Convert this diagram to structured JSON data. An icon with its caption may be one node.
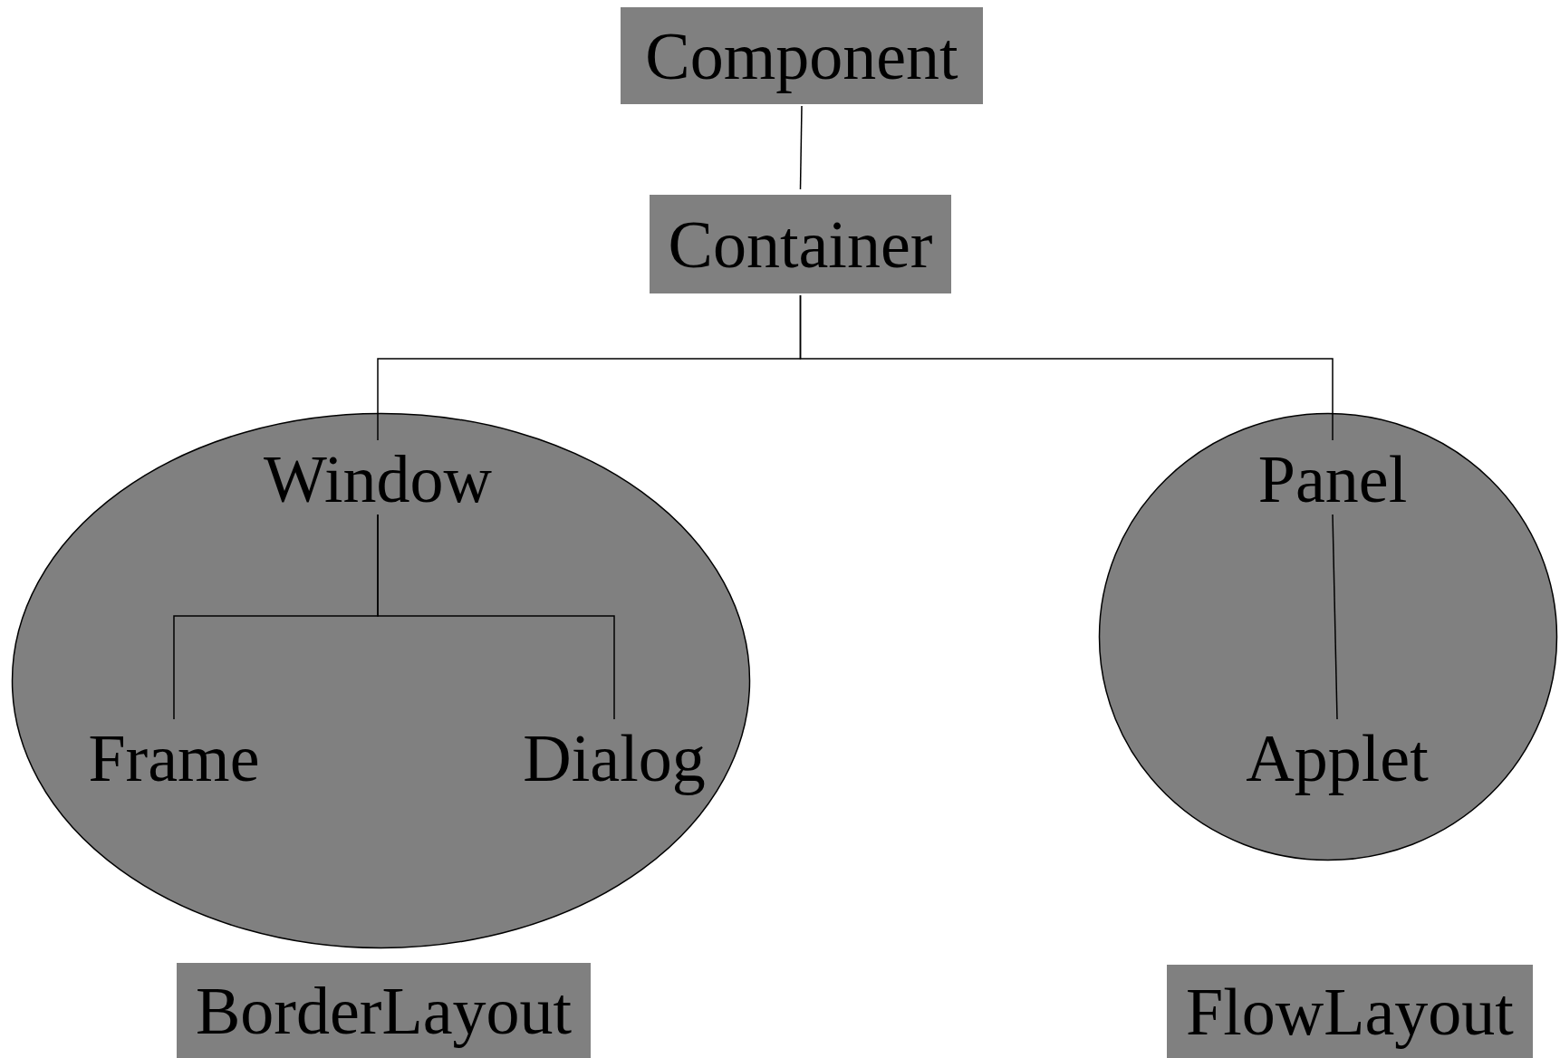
{
  "diagram": {
    "nodes": [
      {
        "text": [
          "Component"
        ]
      },
      {
        "text": [
          "Container"
        ]
      },
      {
        "text": [],
        "shape": "ellipse"
      },
      {
        "text": [
          "Window"
        ],
        "in": 2
      },
      {
        "text": [
          "Frame"
        ],
        "in": 2
      },
      {
        "text": [
          "Dialog"
        ],
        "in": 2
      },
      {
        "text": [],
        "shape": "ellipse"
      },
      {
        "text": [
          "Panel"
        ],
        "in": 6
      },
      {
        "text": [
          "Applet"
        ],
        "in": 6
      },
      {
        "text": [
          "BorderLayout"
        ]
      },
      {
        "text": [
          "FlowLayout"
        ]
      }
    ],
    "edges": [
      {
        "from": 0,
        "to": 1,
        "arrow": "none"
      },
      {
        "from": 1,
        "to": 3,
        "arrow": "none"
      },
      {
        "from": 1,
        "to": 7,
        "arrow": "none"
      },
      {
        "from": 3,
        "to": 4,
        "arrow": "none"
      },
      {
        "from": 3,
        "to": 5,
        "arrow": "none"
      },
      {
        "from": 7,
        "to": 8,
        "arrow": "none"
      }
    ]
  }
}
